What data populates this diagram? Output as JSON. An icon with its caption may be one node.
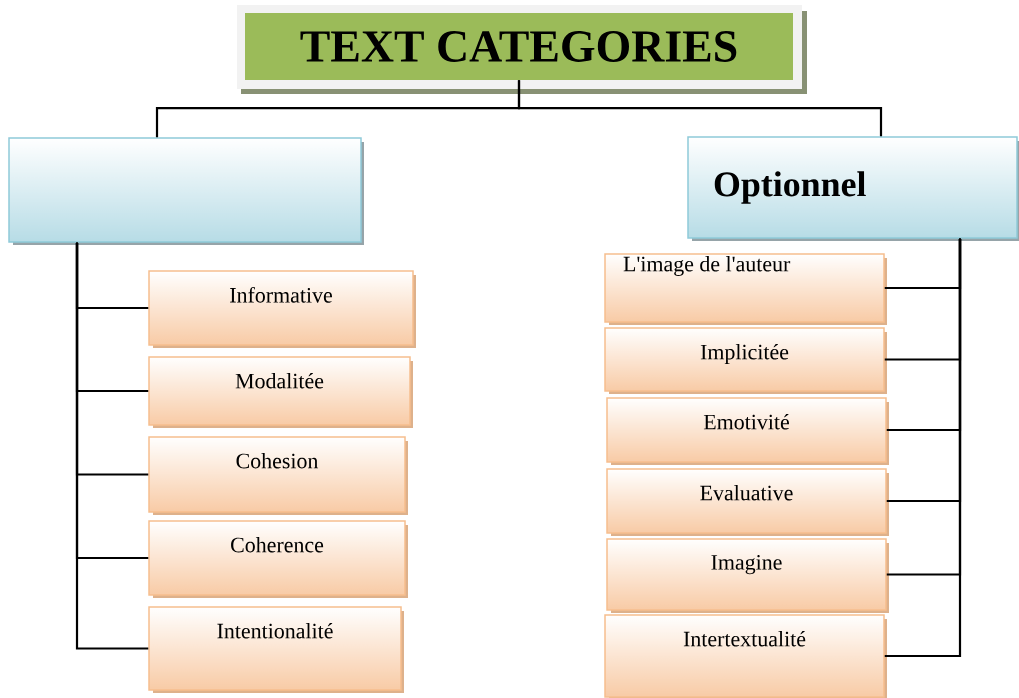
{
  "diagram": {
    "nodes": [
      {
        "text": [
          "TEXT CATEGORIES"
        ]
      },
      {
        "text": [],
        "shape": "box"
      },
      {
        "text": [
          "Optionnel"
        ]
      },
      {
        "text": [
          "Informative"
        ]
      },
      {
        "text": [
          "Modalitée"
        ]
      },
      {
        "text": [
          "Cohesion"
        ]
      },
      {
        "text": [
          "Coherence"
        ]
      },
      {
        "text": [
          "Intentionalité"
        ]
      },
      {
        "text": [
          "L'image de l'auteur"
        ]
      },
      {
        "text": [
          "Implicitée"
        ]
      },
      {
        "text": [
          "Emotivité"
        ]
      },
      {
        "text": [
          "Evaluative"
        ]
      },
      {
        "text": [
          "Imagine"
        ]
      },
      {
        "text": [
          "Intertextualité"
        ]
      }
    ],
    "edges": [
      {
        "from": 0,
        "to": 1,
        "arrow": "none"
      },
      {
        "from": 0,
        "to": 2,
        "arrow": "none"
      },
      {
        "from": 1,
        "to": 3,
        "arrow": "none"
      },
      {
        "from": 1,
        "to": 4,
        "arrow": "none"
      },
      {
        "from": 1,
        "to": 5,
        "arrow": "none"
      },
      {
        "from": 1,
        "to": 6,
        "arrow": "none"
      },
      {
        "from": 1,
        "to": 7,
        "arrow": "none"
      },
      {
        "from": 2,
        "to": 8,
        "arrow": "none"
      },
      {
        "from": 2,
        "to": 9,
        "arrow": "none"
      },
      {
        "from": 2,
        "to": 10,
        "arrow": "none"
      },
      {
        "from": 2,
        "to": 11,
        "arrow": "none"
      },
      {
        "from": 2,
        "to": 12,
        "arrow": "none"
      },
      {
        "from": 2,
        "to": 13,
        "arrow": "none"
      }
    ]
  }
}
